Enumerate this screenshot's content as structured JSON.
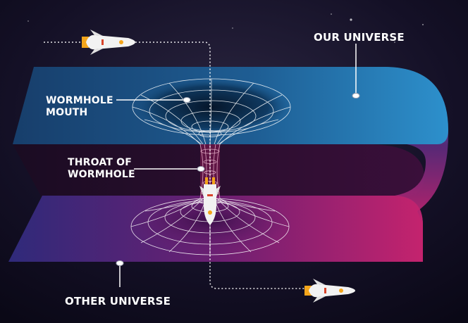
{
  "labels": {
    "our_universe": "OUR UNIVERSE",
    "wormhole_mouth_line1": "WORMHOLE",
    "wormhole_mouth_line2": "MOUTH",
    "throat_line1": "THROAT OF",
    "throat_line2": "WORMHOLE",
    "other_universe": "OTHER UNIVERSE"
  },
  "colors": {
    "space_dark": "#0e0b1d",
    "our_universe_sheet": "#1c5a8f",
    "our_universe_edge": "#2c8fca",
    "other_universe_sheet": "#7a1f6f",
    "other_universe_edge": "#c0226f",
    "grid_lines": "#ffffff",
    "rocket_body": "#f2f2f2",
    "rocket_flame": "#f4a51b"
  },
  "icons": {
    "ship_top": "rocket-icon",
    "ship_throat": "rocket-icon",
    "ship_bottom": "rocket-icon"
  }
}
